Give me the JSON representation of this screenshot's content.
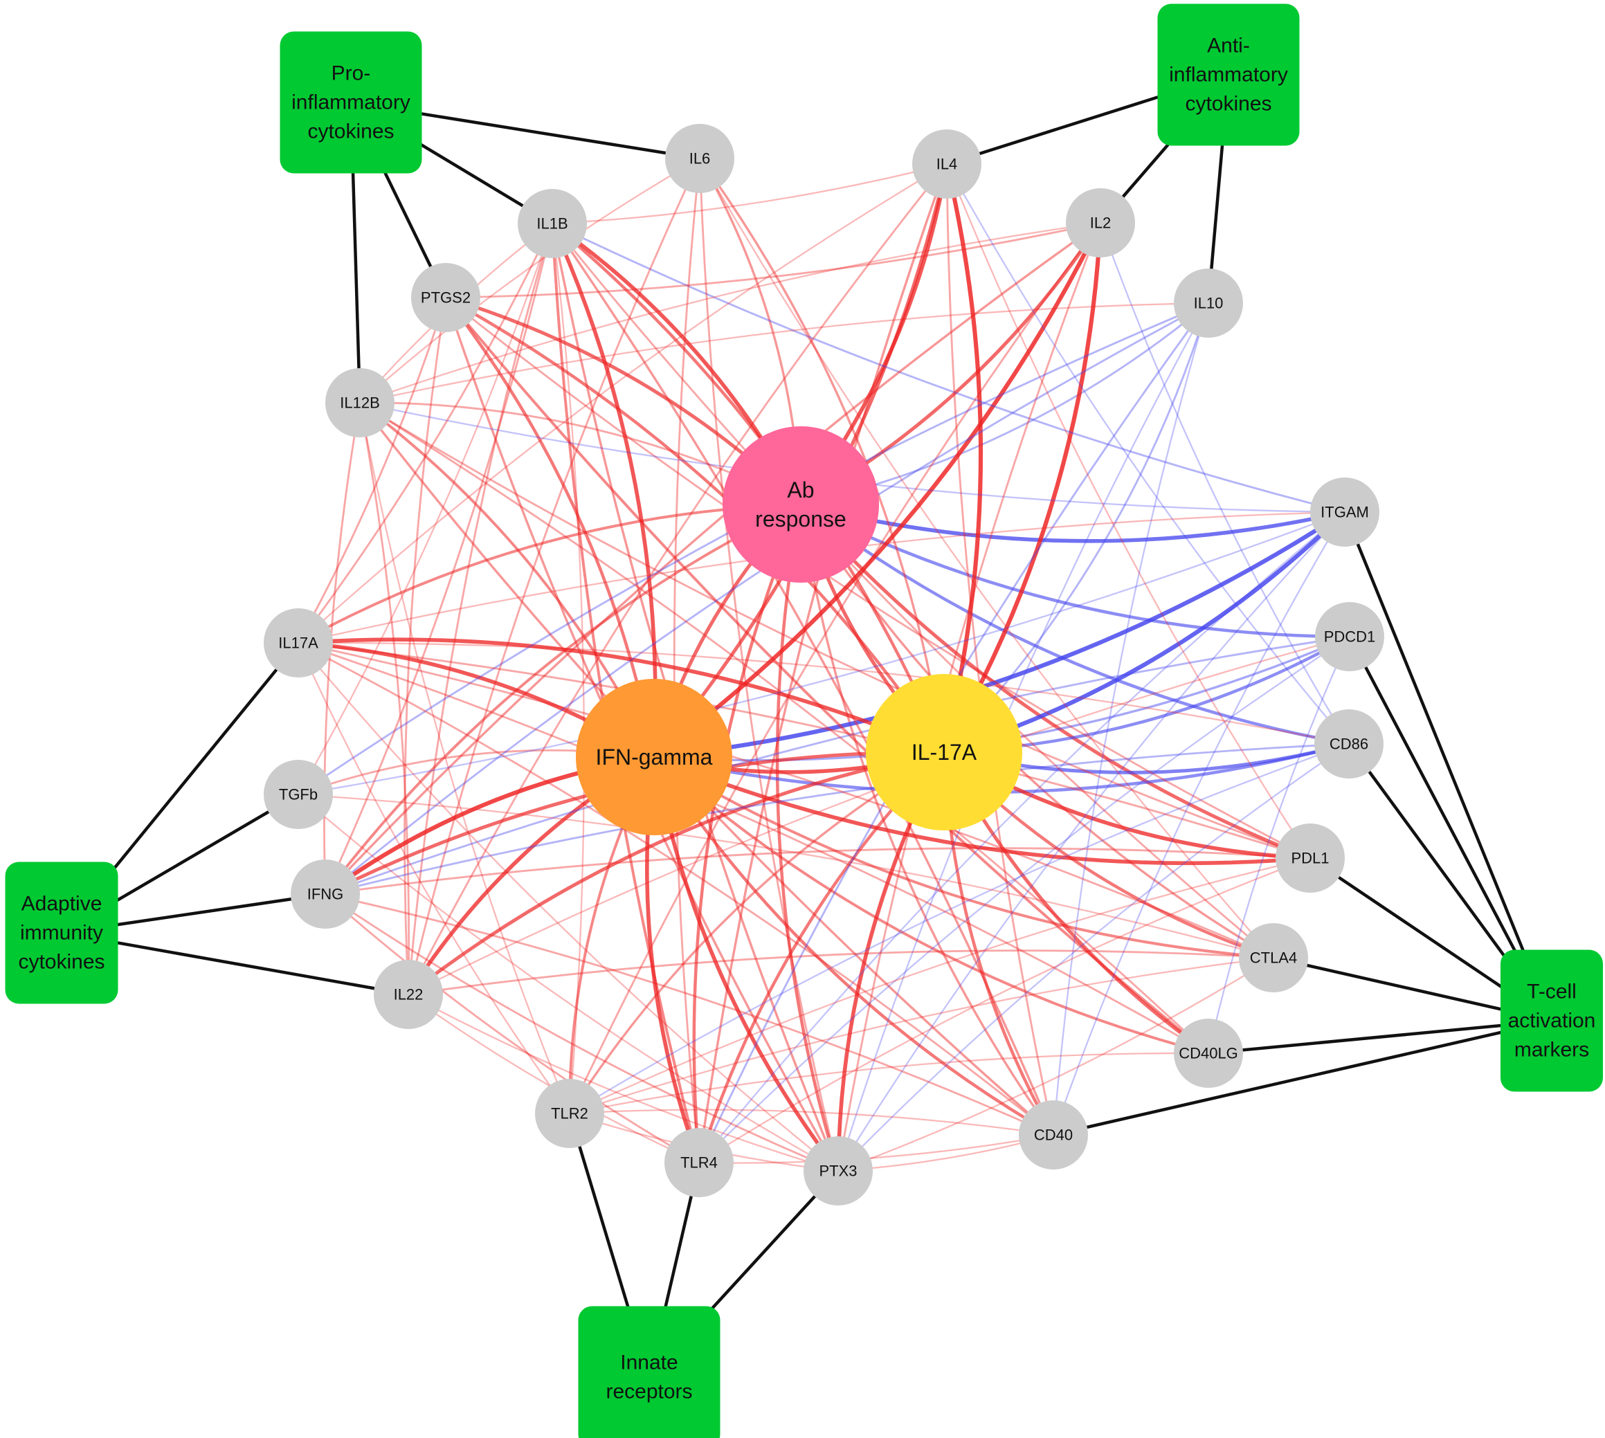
{
  "colors": {
    "background": "#ffffff",
    "group_box": "#00c932",
    "gene_node": "#cccccc",
    "hub_ab": "#ff6699",
    "hub_ifn": "#ff9933",
    "hub_il17": "#ffdd33",
    "positive_edge": "#ee2222",
    "negative_edge": "#4444ee",
    "group_link": "#111111"
  },
  "groups": [
    {
      "id": "pro",
      "lines": [
        "Pro-",
        "inflammatory",
        "cytokines"
      ]
    },
    {
      "id": "anti",
      "lines": [
        "Anti-",
        "inflammatory",
        "cytokines"
      ]
    },
    {
      "id": "adaptive",
      "lines": [
        "Adaptive",
        "immunity",
        "cytokines"
      ]
    },
    {
      "id": "tcell",
      "lines": [
        "T-cell",
        "activation",
        "markers"
      ]
    },
    {
      "id": "innate",
      "lines": [
        "Innate",
        "receptors"
      ]
    }
  ],
  "hubs": [
    {
      "id": "ab",
      "lines": [
        "Ab",
        "response"
      ]
    },
    {
      "id": "ifn",
      "lines": [
        "IFN-gamma"
      ]
    },
    {
      "id": "il17h",
      "lines": [
        "IL-17A"
      ]
    }
  ],
  "genes": [
    {
      "id": "IL6",
      "label": "IL6"
    },
    {
      "id": "IL4",
      "label": "IL4"
    },
    {
      "id": "IL1B",
      "label": "IL1B"
    },
    {
      "id": "IL2",
      "label": "IL2"
    },
    {
      "id": "PTGS2",
      "label": "PTGS2"
    },
    {
      "id": "IL10",
      "label": "IL10"
    },
    {
      "id": "IL12B",
      "label": "IL12B"
    },
    {
      "id": "ITGAM",
      "label": "ITGAM"
    },
    {
      "id": "IL17A",
      "label": "IL17A"
    },
    {
      "id": "PDCD1",
      "label": "PDCD1"
    },
    {
      "id": "CD86",
      "label": "CD86"
    },
    {
      "id": "TGFb",
      "label": "TGFb"
    },
    {
      "id": "PDL1",
      "label": "PDL1"
    },
    {
      "id": "IFNG",
      "label": "IFNG"
    },
    {
      "id": "CTLA4",
      "label": "CTLA4"
    },
    {
      "id": "IL22",
      "label": "IL22"
    },
    {
      "id": "CD40LG",
      "label": "CD40LG"
    },
    {
      "id": "TLR2",
      "label": "TLR2"
    },
    {
      "id": "CD40",
      "label": "CD40"
    },
    {
      "id": "TLR4",
      "label": "TLR4"
    },
    {
      "id": "PTX3",
      "label": "PTX3"
    }
  ],
  "group_links": [
    [
      "pro",
      "IL6"
    ],
    [
      "pro",
      "IL1B"
    ],
    [
      "pro",
      "PTGS2"
    ],
    [
      "pro",
      "IL12B"
    ],
    [
      "anti",
      "IL4"
    ],
    [
      "anti",
      "IL2"
    ],
    [
      "anti",
      "IL10"
    ],
    [
      "adaptive",
      "IL17A"
    ],
    [
      "adaptive",
      "TGFb"
    ],
    [
      "adaptive",
      "IFNG"
    ],
    [
      "adaptive",
      "IL22"
    ],
    [
      "tcell",
      "ITGAM"
    ],
    [
      "tcell",
      "PDCD1"
    ],
    [
      "tcell",
      "CD86"
    ],
    [
      "tcell",
      "PDL1"
    ],
    [
      "tcell",
      "CTLA4"
    ],
    [
      "tcell",
      "CD40LG"
    ],
    [
      "tcell",
      "CD40"
    ],
    [
      "innate",
      "TLR2"
    ],
    [
      "innate",
      "TLR4"
    ],
    [
      "innate",
      "PTX3"
    ]
  ],
  "correlation_edges": [
    {
      "a": "ab",
      "b": "IL1B",
      "sign": "pos",
      "strength": 0.8
    },
    {
      "a": "ab",
      "b": "IL4",
      "sign": "pos",
      "strength": 0.8
    },
    {
      "a": "ab",
      "b": "IL2",
      "sign": "pos",
      "strength": 0.7
    },
    {
      "a": "ab",
      "b": "PTGS2",
      "sign": "pos",
      "strength": 0.7
    },
    {
      "a": "ab",
      "b": "IL6",
      "sign": "pos",
      "strength": 0.4
    },
    {
      "a": "ab",
      "b": "IL12B",
      "sign": "pos",
      "strength": 0.3
    },
    {
      "a": "ab",
      "b": "ITGAM",
      "sign": "neg",
      "strength": 0.8
    },
    {
      "a": "ab",
      "b": "PDCD1",
      "sign": "neg",
      "strength": 0.6
    },
    {
      "a": "ab",
      "b": "CD86",
      "sign": "neg",
      "strength": 0.6
    },
    {
      "a": "ab",
      "b": "IL10",
      "sign": "neg",
      "strength": 0.3
    },
    {
      "a": "ab",
      "b": "PDL1",
      "sign": "pos",
      "strength": 0.7
    },
    {
      "a": "ab",
      "b": "IL17A",
      "sign": "pos",
      "strength": 0.5
    },
    {
      "a": "ab",
      "b": "IFNG",
      "sign": "pos",
      "strength": 0.5
    },
    {
      "a": "ab",
      "b": "TLR4",
      "sign": "pos",
      "strength": 0.6
    },
    {
      "a": "ab",
      "b": "PTX3",
      "sign": "pos",
      "strength": 0.6
    },
    {
      "a": "ab",
      "b": "CTLA4",
      "sign": "pos",
      "strength": 0.4
    },
    {
      "a": "ab",
      "b": "CD40",
      "sign": "pos",
      "strength": 0.4
    },
    {
      "a": "ab",
      "b": "ifn",
      "sign": "pos",
      "strength": 0.7
    },
    {
      "a": "ab",
      "b": "il17h",
      "sign": "pos",
      "strength": 0.7
    },
    {
      "a": "ifn",
      "b": "IL1B",
      "sign": "pos",
      "strength": 0.8
    },
    {
      "a": "ifn",
      "b": "IL2",
      "sign": "pos",
      "strength": 0.9
    },
    {
      "a": "ifn",
      "b": "IL4",
      "sign": "pos",
      "strength": 0.7
    },
    {
      "a": "ifn",
      "b": "PTGS2",
      "sign": "pos",
      "strength": 0.6
    },
    {
      "a": "ifn",
      "b": "IL12B",
      "sign": "pos",
      "strength": 0.5
    },
    {
      "a": "ifn",
      "b": "IL17A",
      "sign": "pos",
      "strength": 0.8
    },
    {
      "a": "ifn",
      "b": "IFNG",
      "sign": "pos",
      "strength": 0.9
    },
    {
      "a": "ifn",
      "b": "IL22",
      "sign": "pos",
      "strength": 0.8
    },
    {
      "a": "ifn",
      "b": "TGFb",
      "sign": "pos",
      "strength": 0.3
    },
    {
      "a": "ifn",
      "b": "TLR2",
      "sign": "pos",
      "strength": 0.5
    },
    {
      "a": "ifn",
      "b": "TLR4",
      "sign": "pos",
      "strength": 0.8
    },
    {
      "a": "ifn",
      "b": "PTX3",
      "sign": "pos",
      "strength": 0.8
    },
    {
      "a": "ifn",
      "b": "PDL1",
      "sign": "pos",
      "strength": 0.8
    },
    {
      "a": "ifn",
      "b": "CTLA4",
      "sign": "pos",
      "strength": 0.5
    },
    {
      "a": "ifn",
      "b": "CD40LG",
      "sign": "pos",
      "strength": 0.5
    },
    {
      "a": "ifn",
      "b": "CD40",
      "sign": "pos",
      "strength": 0.6
    },
    {
      "a": "ifn",
      "b": "ITGAM",
      "sign": "neg",
      "strength": 0.9
    },
    {
      "a": "ifn",
      "b": "CD86",
      "sign": "neg",
      "strength": 0.6
    },
    {
      "a": "ifn",
      "b": "PDCD1",
      "sign": "neg",
      "strength": 0.4
    },
    {
      "a": "ifn",
      "b": "il17h",
      "sign": "pos",
      "strength": 0.8
    },
    {
      "a": "il17h",
      "b": "IL4",
      "sign": "pos",
      "strength": 0.9
    },
    {
      "a": "il17h",
      "b": "IL2",
      "sign": "pos",
      "strength": 0.9
    },
    {
      "a": "il17h",
      "b": "IL1B",
      "sign": "pos",
      "strength": 0.6
    },
    {
      "a": "il17h",
      "b": "PTGS2",
      "sign": "pos",
      "strength": 0.6
    },
    {
      "a": "il17h",
      "b": "IL6",
      "sign": "pos",
      "strength": 0.4
    },
    {
      "a": "il17h",
      "b": "IL17A",
      "sign": "pos",
      "strength": 0.8
    },
    {
      "a": "il17h",
      "b": "IFNG",
      "sign": "pos",
      "strength": 0.7
    },
    {
      "a": "il17h",
      "b": "IL22",
      "sign": "pos",
      "strength": 0.7
    },
    {
      "a": "il17h",
      "b": "PTX3",
      "sign": "pos",
      "strength": 0.8
    },
    {
      "a": "il17h",
      "b": "TLR4",
      "sign": "pos",
      "strength": 0.6
    },
    {
      "a": "il17h",
      "b": "TLR2",
      "sign": "pos",
      "strength": 0.4
    },
    {
      "a": "il17h",
      "b": "PDL1",
      "sign": "pos",
      "strength": 0.8
    },
    {
      "a": "il17h",
      "b": "CTLA4",
      "sign": "pos",
      "strength": 0.6
    },
    {
      "a": "il17h",
      "b": "CD40LG",
      "sign": "pos",
      "strength": 0.7
    },
    {
      "a": "il17h",
      "b": "CD40",
      "sign": "pos",
      "strength": 0.6
    },
    {
      "a": "il17h",
      "b": "ITGAM",
      "sign": "neg",
      "strength": 0.9
    },
    {
      "a": "il17h",
      "b": "CD86",
      "sign": "neg",
      "strength": 0.7
    },
    {
      "a": "il17h",
      "b": "PDCD1",
      "sign": "neg",
      "strength": 0.6
    },
    {
      "a": "il17h",
      "b": "IL10",
      "sign": "neg",
      "strength": 0.3
    },
    {
      "a": "IL1B",
      "b": "IL4",
      "sign": "pos",
      "strength": 0.2
    },
    {
      "a": "IL1B",
      "b": "ITGAM",
      "sign": "neg",
      "strength": 0.3
    },
    {
      "a": "IL1B",
      "b": "PTX3",
      "sign": "pos",
      "strength": 0.4
    },
    {
      "a": "IL1B",
      "b": "TLR4",
      "sign": "pos",
      "strength": 0.5
    },
    {
      "a": "IL1B",
      "b": "IL22",
      "sign": "pos",
      "strength": 0.3
    },
    {
      "a": "IL1B",
      "b": "CTLA4",
      "sign": "pos",
      "strength": 0.3
    },
    {
      "a": "IL1B",
      "b": "IL12B",
      "sign": "pos",
      "strength": 0.2
    },
    {
      "a": "PTGS2",
      "b": "IL2",
      "sign": "pos",
      "strength": 0.3
    },
    {
      "a": "PTGS2",
      "b": "PDL1",
      "sign": "pos",
      "strength": 0.3
    },
    {
      "a": "PTGS2",
      "b": "CD40LG",
      "sign": "pos",
      "strength": 0.5
    },
    {
      "a": "PTGS2",
      "b": "IL22",
      "sign": "pos",
      "strength": 0.3
    },
    {
      "a": "PTGS2",
      "b": "PTX3",
      "sign": "pos",
      "strength": 0.4
    },
    {
      "a": "IL12B",
      "b": "PDL1",
      "sign": "pos",
      "strength": 0.3
    },
    {
      "a": "IL12B",
      "b": "CD40",
      "sign": "pos",
      "strength": 0.4
    },
    {
      "a": "IL12B",
      "b": "TLR2",
      "sign": "pos",
      "strength": 0.2
    },
    {
      "a": "IL12B",
      "b": "ITGAM",
      "sign": "neg",
      "strength": 0.2
    },
    {
      "a": "IL12B",
      "b": "IFNG",
      "sign": "pos",
      "strength": 0.3
    },
    {
      "a": "IL6",
      "b": "TLR4",
      "sign": "pos",
      "strength": 0.3
    },
    {
      "a": "IL6",
      "b": "IL22",
      "sign": "pos",
      "strength": 0.3
    },
    {
      "a": "IL6",
      "b": "PTX3",
      "sign": "pos",
      "strength": 0.3
    },
    {
      "a": "IL4",
      "b": "CD86",
      "sign": "neg",
      "strength": 0.2
    },
    {
      "a": "IL4",
      "b": "TLR4",
      "sign": "pos",
      "strength": 0.4
    },
    {
      "a": "IL4",
      "b": "IL22",
      "sign": "pos",
      "strength": 0.3
    },
    {
      "a": "IL4",
      "b": "CD40",
      "sign": "pos",
      "strength": 0.3
    },
    {
      "a": "IL4",
      "b": "IL17A",
      "sign": "pos",
      "strength": 0.2
    },
    {
      "a": "IL2",
      "b": "IFNG",
      "sign": "pos",
      "strength": 0.4
    },
    {
      "a": "IL2",
      "b": "TLR2",
      "sign": "pos",
      "strength": 0.3
    },
    {
      "a": "IL2",
      "b": "PTX3",
      "sign": "pos",
      "strength": 0.3
    },
    {
      "a": "IL2",
      "b": "CD86",
      "sign": "neg",
      "strength": 0.2
    },
    {
      "a": "IL10",
      "b": "IFNG",
      "sign": "neg",
      "strength": 0.3
    },
    {
      "a": "IL10",
      "b": "TLR4",
      "sign": "neg",
      "strength": 0.3
    },
    {
      "a": "IL10",
      "b": "CD40",
      "sign": "neg",
      "strength": 0.2
    },
    {
      "a": "IL10",
      "b": "PTX3",
      "sign": "neg",
      "strength": 0.2
    },
    {
      "a": "IL10",
      "b": "IL12B",
      "sign": "pos",
      "strength": 0.2
    },
    {
      "a": "IL10",
      "b": "TGFb",
      "sign": "neg",
      "strength": 0.3
    },
    {
      "a": "ITGAM",
      "b": "PTX3",
      "sign": "neg",
      "strength": 0.2
    },
    {
      "a": "ITGAM",
      "b": "TLR4",
      "sign": "neg",
      "strength": 0.2
    },
    {
      "a": "ITGAM",
      "b": "CD40",
      "sign": "neg",
      "strength": 0.2
    },
    {
      "a": "ITGAM",
      "b": "IL17A",
      "sign": "pos",
      "strength": 0.2
    },
    {
      "a": "PDCD1",
      "b": "IFNG",
      "sign": "neg",
      "strength": 0.3
    },
    {
      "a": "PDCD1",
      "b": "TLR4",
      "sign": "neg",
      "strength": 0.2
    },
    {
      "a": "PDCD1",
      "b": "CD40LG",
      "sign": "neg",
      "strength": 0.2
    },
    {
      "a": "PDCD1",
      "b": "IL22",
      "sign": "pos",
      "strength": 0.2
    },
    {
      "a": "CD86",
      "b": "IFNG",
      "sign": "neg",
      "strength": 0.3
    },
    {
      "a": "CD86",
      "b": "PTX3",
      "sign": "neg",
      "strength": 0.2
    },
    {
      "a": "CD86",
      "b": "TLR2",
      "sign": "neg",
      "strength": 0.2
    },
    {
      "a": "CD86",
      "b": "IL17A",
      "sign": "pos",
      "strength": 0.2
    },
    {
      "a": "PDL1",
      "b": "IFNG",
      "sign": "pos",
      "strength": 0.3
    },
    {
      "a": "PDL1",
      "b": "TLR2",
      "sign": "pos",
      "strength": 0.2
    },
    {
      "a": "PDL1",
      "b": "IL17A",
      "sign": "pos",
      "strength": 0.3
    },
    {
      "a": "PDL1",
      "b": "TLR4",
      "sign": "pos",
      "strength": 0.2
    },
    {
      "a": "CTLA4",
      "b": "IL22",
      "sign": "pos",
      "strength": 0.3
    },
    {
      "a": "CTLA4",
      "b": "TLR2",
      "sign": "pos",
      "strength": 0.2
    },
    {
      "a": "CTLA4",
      "b": "IL17A",
      "sign": "pos",
      "strength": 0.3
    },
    {
      "a": "CTLA4",
      "b": "TGFb",
      "sign": "pos",
      "strength": 0.2
    },
    {
      "a": "CD40LG",
      "b": "IL12B",
      "sign": "pos",
      "strength": 0.3
    },
    {
      "a": "CD40LG",
      "b": "IL17A",
      "sign": "pos",
      "strength": 0.3
    },
    {
      "a": "CD40LG",
      "b": "TLR2",
      "sign": "pos",
      "strength": 0.2
    },
    {
      "a": "CD40",
      "b": "IL1B",
      "sign": "pos",
      "strength": 0.4
    },
    {
      "a": "CD40",
      "b": "IL17A",
      "sign": "pos",
      "strength": 0.3
    },
    {
      "a": "CD40",
      "b": "IFNG",
      "sign": "pos",
      "strength": 0.3
    },
    {
      "a": "CD40",
      "b": "TLR2",
      "sign": "pos",
      "strength": 0.2
    },
    {
      "a": "TGFb",
      "b": "IL1B",
      "sign": "pos",
      "strength": 0.2
    },
    {
      "a": "TGFb",
      "b": "PTX3",
      "sign": "pos",
      "strength": 0.2
    },
    {
      "a": "TGFb",
      "b": "ITGAM",
      "sign": "neg",
      "strength": 0.2
    },
    {
      "a": "IFNG",
      "b": "IL1B",
      "sign": "pos",
      "strength": 0.3
    },
    {
      "a": "IFNG",
      "b": "TLR4",
      "sign": "pos",
      "strength": 0.3
    },
    {
      "a": "IFNG",
      "b": "PTX3",
      "sign": "pos",
      "strength": 0.3
    },
    {
      "a": "IL22",
      "b": "IL12B",
      "sign": "pos",
      "strength": 0.3
    },
    {
      "a": "IL22",
      "b": "TLR4",
      "sign": "pos",
      "strength": 0.2
    },
    {
      "a": "IL22",
      "b": "PTX3",
      "sign": "pos",
      "strength": 0.2
    },
    {
      "a": "IL17A",
      "b": "IL1B",
      "sign": "pos",
      "strength": 0.3
    },
    {
      "a": "IL17A",
      "b": "PTGS2",
      "sign": "pos",
      "strength": 0.3
    },
    {
      "a": "IL17A",
      "b": "TLR2",
      "sign": "pos",
      "strength": 0.2
    },
    {
      "a": "IL17A",
      "b": "PTX3",
      "sign": "pos",
      "strength": 0.2
    },
    {
      "a": "TLR2",
      "b": "IL1B",
      "sign": "pos",
      "strength": 0.2
    },
    {
      "a": "TLR2",
      "b": "PTX3",
      "sign": "pos",
      "strength": 0.2
    },
    {
      "a": "TLR4",
      "b": "CD40",
      "sign": "pos",
      "strength": 0.2
    },
    {
      "a": "PTX3",
      "b": "CD40",
      "sign": "pos",
      "strength": 0.2
    },
    {
      "a": "PTX3",
      "b": "CTLA4",
      "sign": "pos",
      "strength": 0.2
    },
    {
      "a": "IL6",
      "b": "IL12B",
      "sign": "pos",
      "strength": 0.2
    },
    {
      "a": "IL6",
      "b": "CTLA4",
      "sign": "pos",
      "strength": 0.2
    },
    {
      "a": "IL4",
      "b": "PDL1",
      "sign": "pos",
      "strength": 0.2
    },
    {
      "a": "IL2",
      "b": "IL12B",
      "sign": "pos",
      "strength": 0.2
    }
  ]
}
